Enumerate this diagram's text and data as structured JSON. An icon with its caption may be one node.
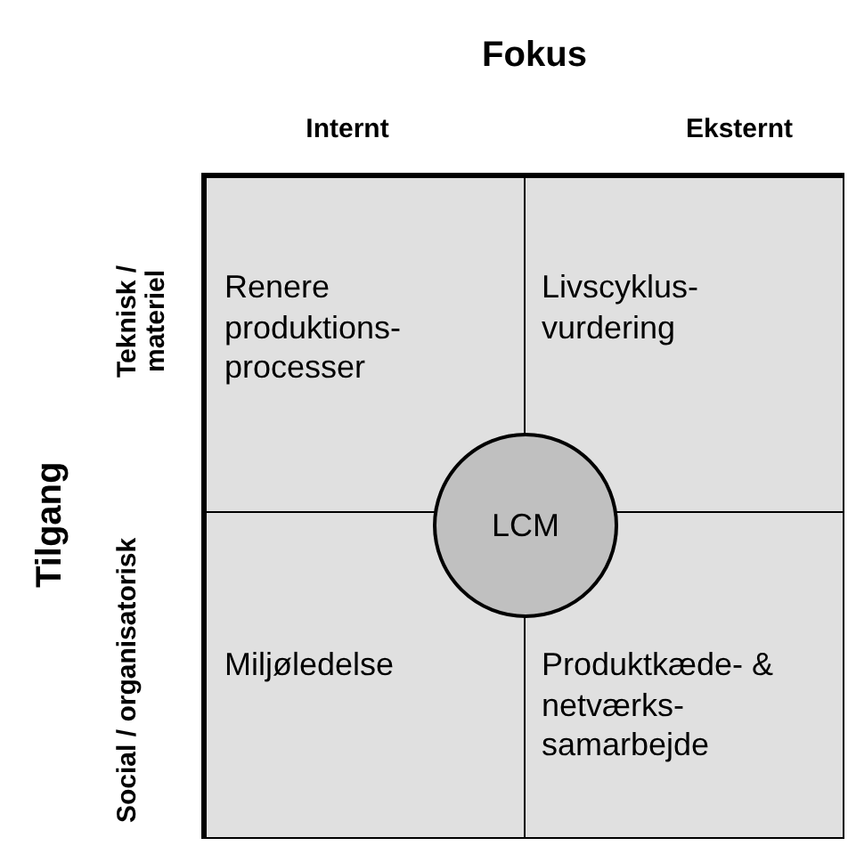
{
  "diagram": {
    "nodes": [
      {
        "text": [
          "Renere produktions-processer"
        ]
      },
      {
        "text": [
          "Livscyklus-vurdering"
        ]
      },
      {
        "text": [
          "Miljøledelse"
        ]
      },
      {
        "text": [
          "Produktkæde- & netværks-samarbejde"
        ]
      },
      {
        "text": [
          "LCM"
        ]
      }
    ],
    "labels": [
      "Fokus",
      "Internt",
      "Eksternt",
      "Teknisk / materiel",
      "Tilgang",
      "Social / organisatorisk"
    ]
  }
}
